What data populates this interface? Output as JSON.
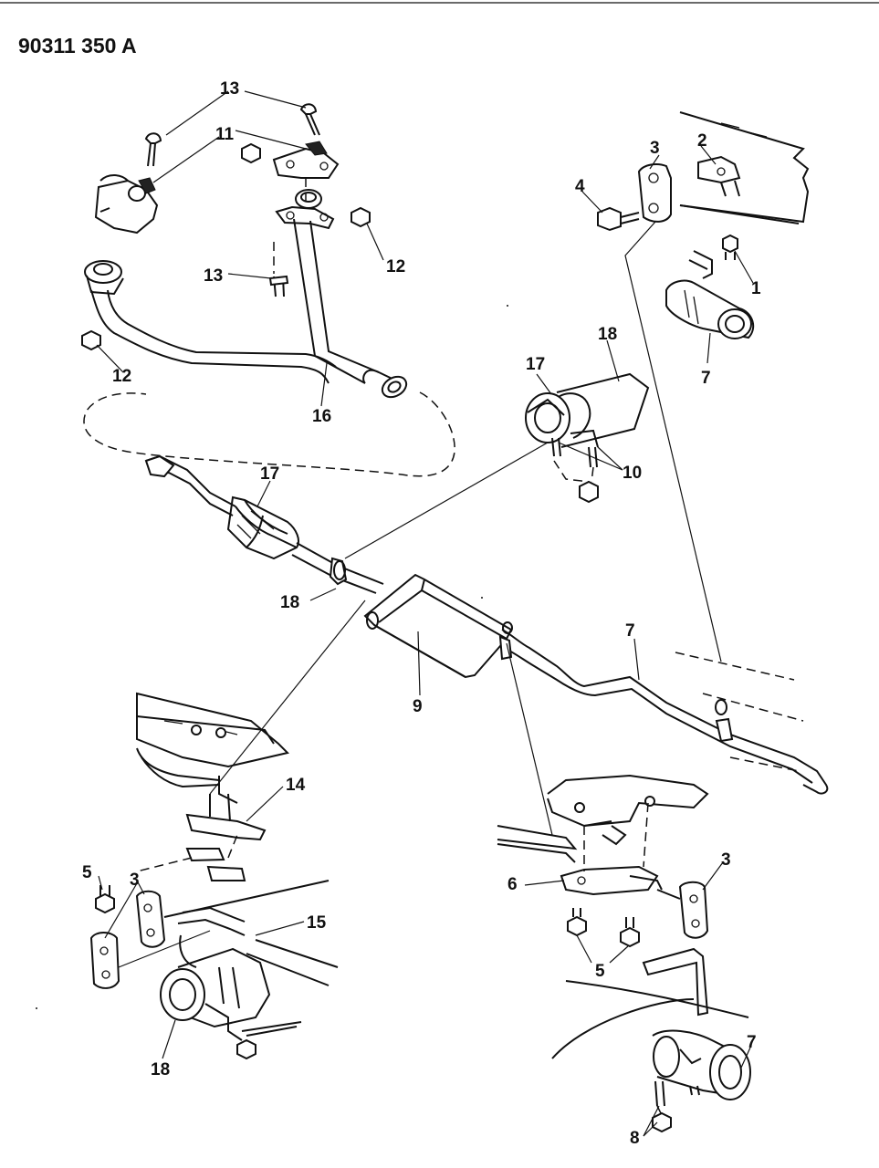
{
  "figure_id": "90311 350 A",
  "callouts": [
    {
      "id": "c1",
      "text": "1"
    },
    {
      "id": "c2",
      "text": "2"
    },
    {
      "id": "c3a",
      "text": "3"
    },
    {
      "id": "c3b",
      "text": "3"
    },
    {
      "id": "c3c",
      "text": "3"
    },
    {
      "id": "c4",
      "text": "4"
    },
    {
      "id": "c5a",
      "text": "5"
    },
    {
      "id": "c5b",
      "text": "5"
    },
    {
      "id": "c6",
      "text": "6"
    },
    {
      "id": "c7a",
      "text": "7"
    },
    {
      "id": "c7b",
      "text": "7"
    },
    {
      "id": "c7c",
      "text": "7"
    },
    {
      "id": "c8",
      "text": "8"
    },
    {
      "id": "c9",
      "text": "9"
    },
    {
      "id": "c10",
      "text": "10"
    },
    {
      "id": "c11",
      "text": "11"
    },
    {
      "id": "c12a",
      "text": "12"
    },
    {
      "id": "c12b",
      "text": "12"
    },
    {
      "id": "c13a",
      "text": "13"
    },
    {
      "id": "c13b",
      "text": "13"
    },
    {
      "id": "c14",
      "text": "14"
    },
    {
      "id": "c15",
      "text": "15"
    },
    {
      "id": "c16",
      "text": "16"
    },
    {
      "id": "c17a",
      "text": "17"
    },
    {
      "id": "c17b",
      "text": "17"
    },
    {
      "id": "c18a",
      "text": "18"
    },
    {
      "id": "c18b",
      "text": "18"
    },
    {
      "id": "c18c",
      "text": "18"
    }
  ]
}
